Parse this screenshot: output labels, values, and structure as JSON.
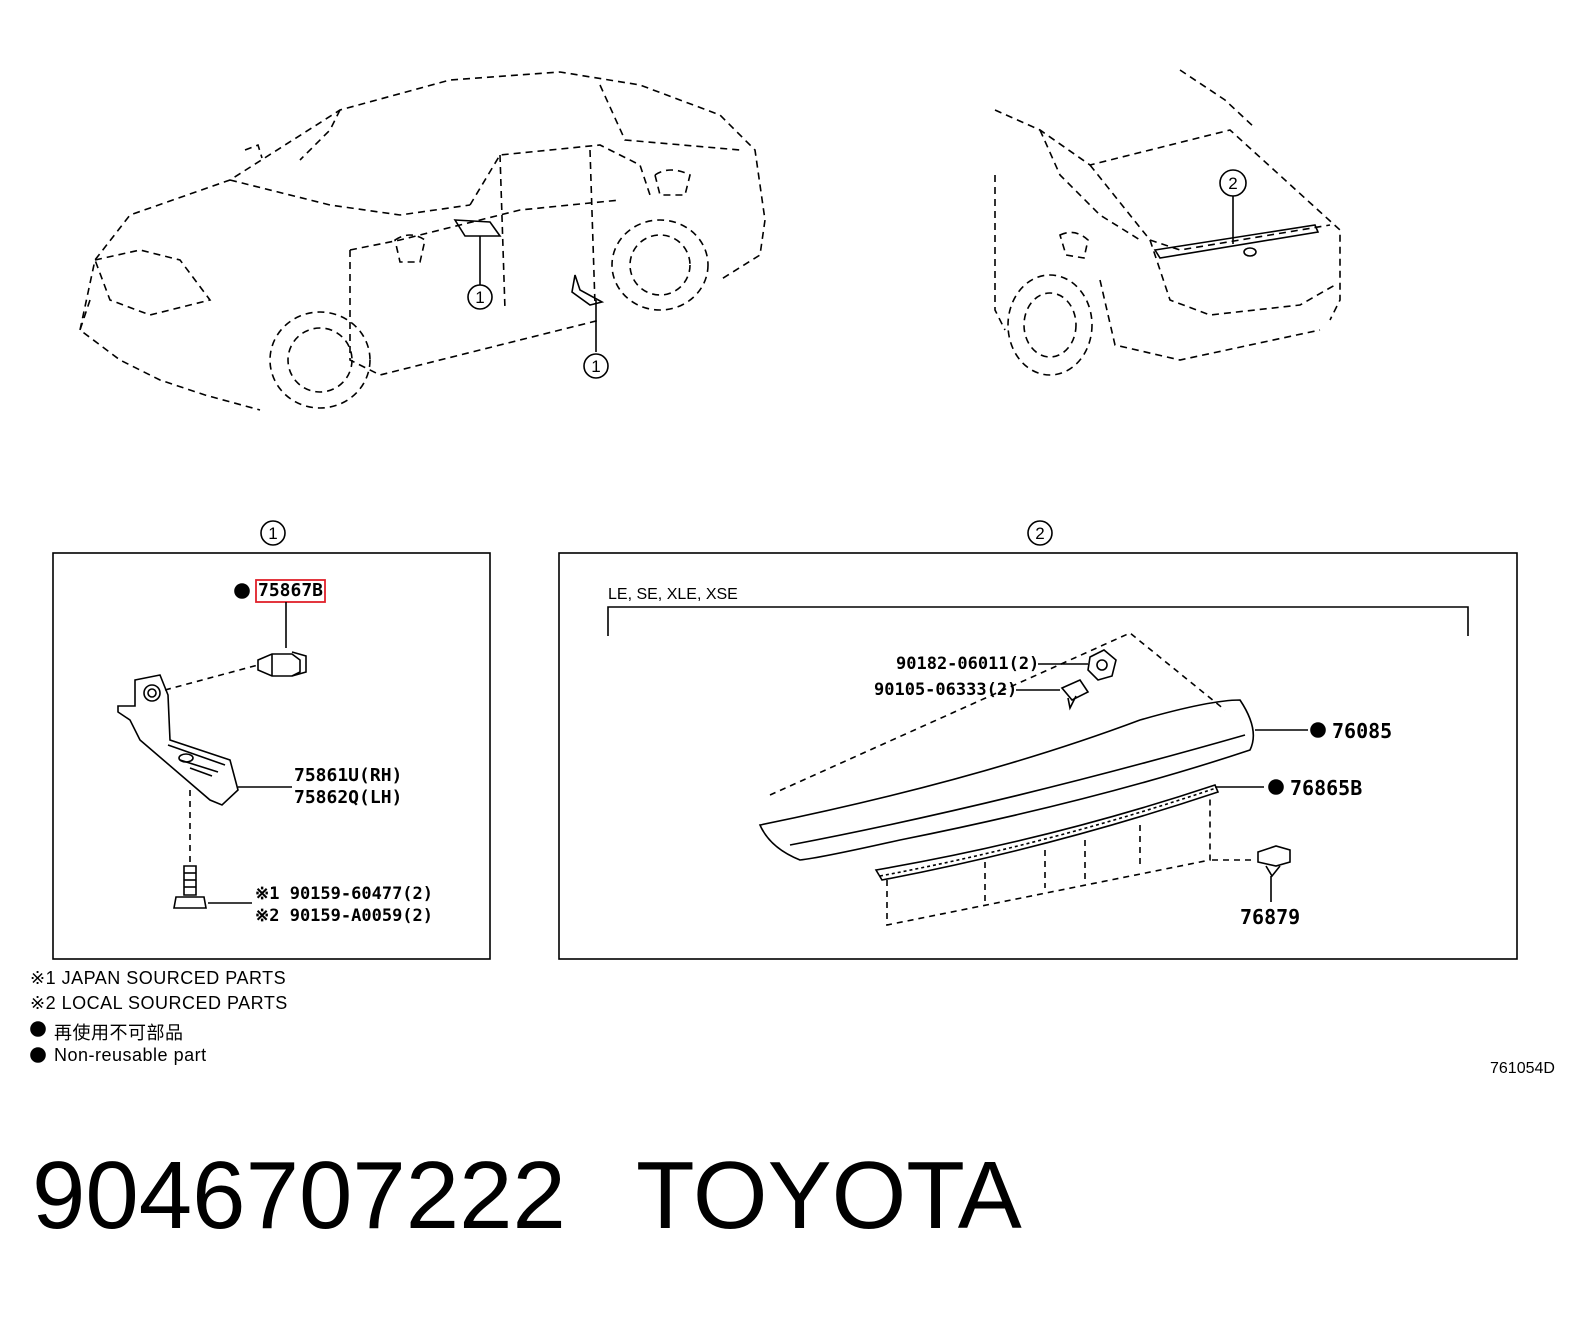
{
  "callouts": {
    "c1": "1",
    "c2": "2"
  },
  "panel1": {
    "highlight_part": "75867B",
    "bracket_rh": "75861U(RH)",
    "bracket_lh": "75862Q(LH)",
    "bolt1": "※1 90159-60477(2)",
    "bolt2": "※2 90159-A0059(2)"
  },
  "panel2": {
    "grade_label": "LE, SE, XLE, XSE",
    "nut": "90182-06011(2)",
    "screw": "90105-06333(2)",
    "spoiler": "76085",
    "seal": "76865B",
    "clip": "76879"
  },
  "legend": {
    "note1": "※1  JAPAN SOURCED PARTS",
    "note2": "※2  LOCAL SOURCED PARTS",
    "nonreusable_jp": "再使用不可部品",
    "nonreusable_en": "Non-reusable part"
  },
  "figure_code": "761054D",
  "footer": {
    "part_number": "9046707222",
    "brand": "TOYOTA"
  },
  "colors": {
    "highlight": "#e0202a",
    "line": "#000000"
  }
}
